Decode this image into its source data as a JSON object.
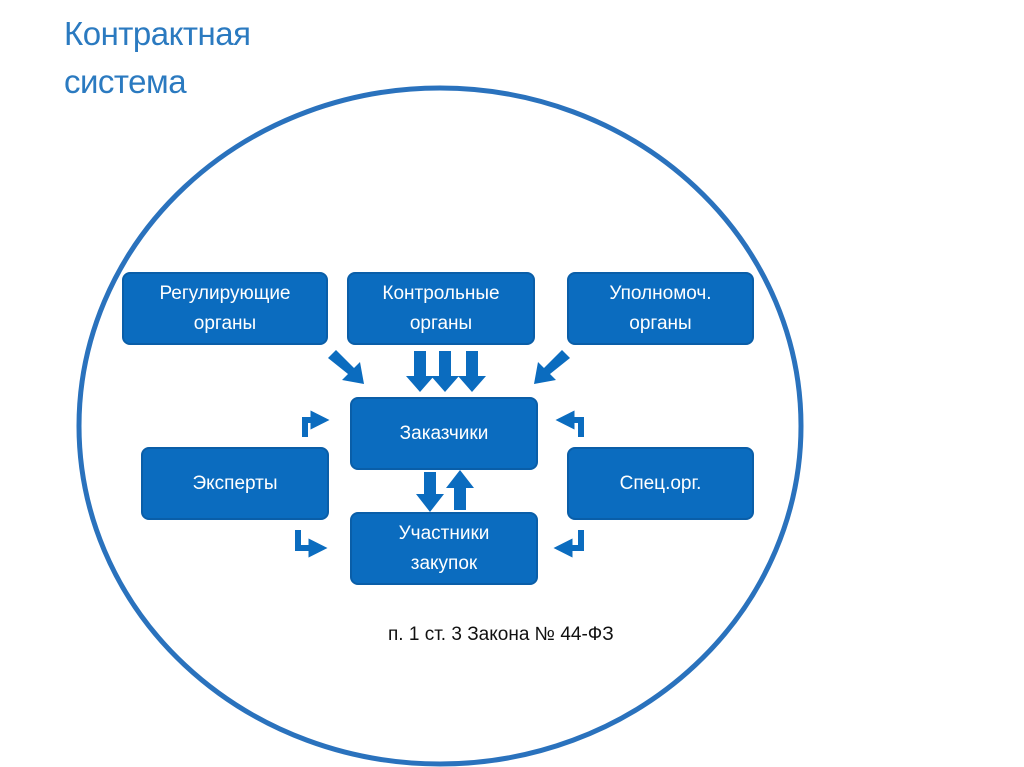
{
  "title": "Контрактная\nсистема",
  "boxes": {
    "regulating": "Регулирующие\nорганы",
    "control": "Контрольные\nорганы",
    "authorized": "Уполномоч.\nорганы",
    "customers": "Заказчики",
    "experts": "Эксперты",
    "specialized": "Спец.орг.",
    "participants": "Участники\nзакупок"
  },
  "note": "п. 1 ст. 3 Закона № 44-ФЗ",
  "colors": {
    "title": "#2b7ac0",
    "box": "#0b6cbf",
    "circle": "#2a72bd",
    "arrow": "#0b6cbf"
  }
}
